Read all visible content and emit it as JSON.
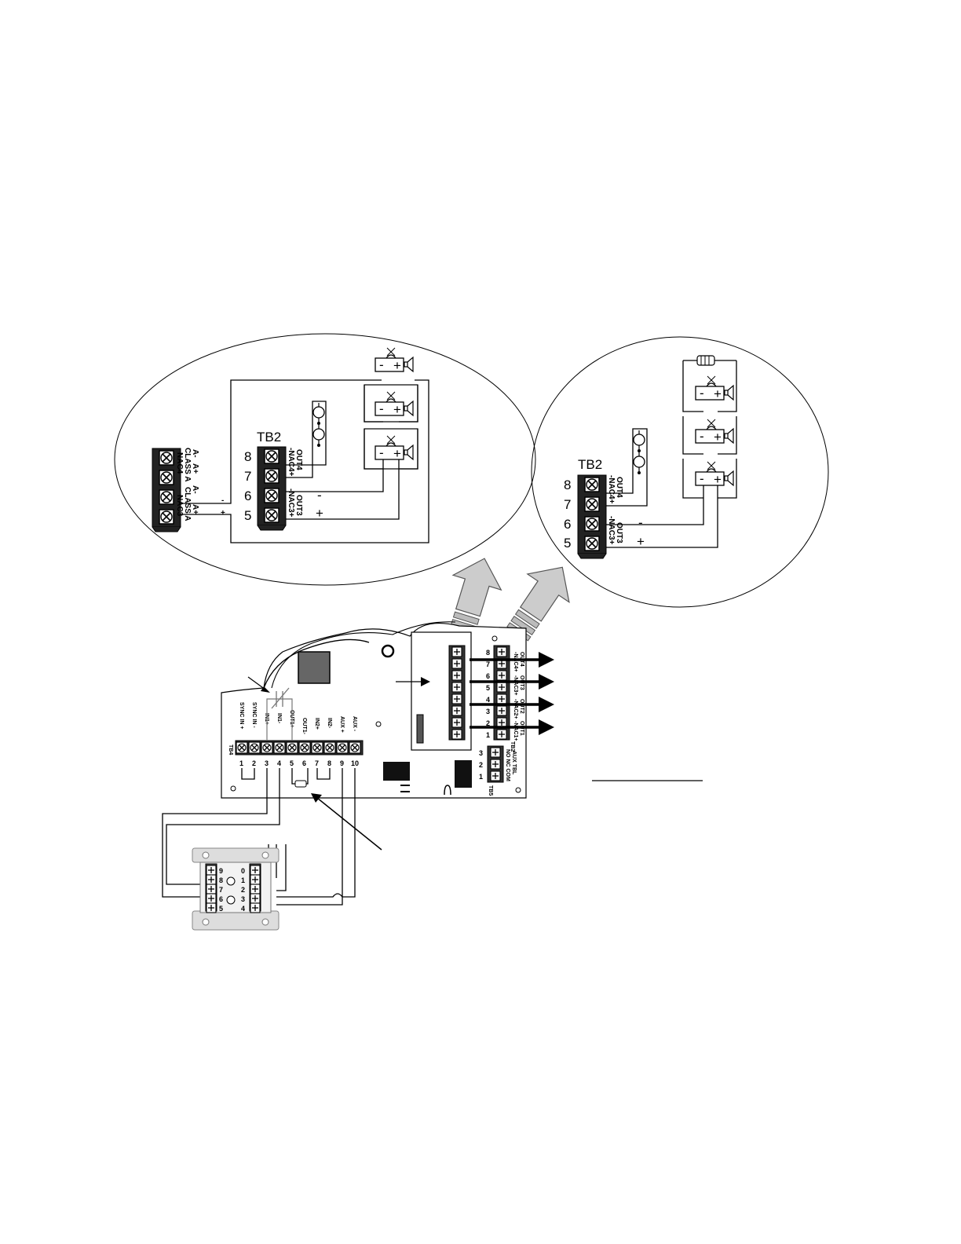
{
  "left_inset": {
    "tb2_title": "TB2",
    "terminal_numbers": [
      "8",
      "7",
      "6",
      "5"
    ],
    "tb2_labels": [
      "OUT4",
      "-NAC4+",
      "-NAC3+",
      "OUT3"
    ],
    "side_block_labels": [
      "NAC4",
      "CLASS A",
      "A-",
      "A+",
      "NAC3",
      "CLASS A",
      "A-",
      "A+"
    ],
    "polarity": [
      "-",
      "+"
    ],
    "wire_polarity": [
      "-",
      "+"
    ],
    "device_signs": [
      "-",
      "+"
    ]
  },
  "right_inset": {
    "tb2_title": "TB2",
    "terminal_numbers": [
      "8",
      "7",
      "6",
      "5"
    ],
    "tb2_labels": [
      "OUT4",
      "-NAC4+",
      "-NAC3+",
      "OUT3"
    ],
    "wire_polarity": [
      "-",
      "+"
    ],
    "device_signs": [
      "-",
      "+"
    ]
  },
  "main_board": {
    "tb4_name": "TB4",
    "tb4_labels": [
      "SYNC IN +",
      "SYNC IN -",
      "IN1+",
      "IN1-",
      "OUT1+",
      "OUT1-",
      "IN2+",
      "IN2-",
      "AUX +",
      "AUX -"
    ],
    "tb4_numbers": [
      "1",
      "2",
      "3",
      "4",
      "5",
      "6",
      "7",
      "8",
      "9",
      "10"
    ],
    "tb2_numbers": [
      "8",
      "7",
      "6",
      "5",
      "4",
      "3",
      "2",
      "1"
    ],
    "tb2_side_labels": [
      "OUT4",
      "-NAC4+",
      "OUT3",
      "-NAC3+",
      "OUT2",
      "-NAC2+",
      "OUT1",
      "-NAC1+"
    ],
    "tb2_name": "TB2",
    "tb5_name": "TB5",
    "tb5_numbers": [
      "3",
      "2",
      "1"
    ],
    "tb5_labels": [
      "AUX TBL",
      "NO NC COM"
    ]
  },
  "module": {
    "left_numbers": [
      "9",
      "8",
      "7",
      "6",
      "5"
    ],
    "right_numbers": [
      "0",
      "1",
      "2",
      "3",
      "4"
    ]
  }
}
